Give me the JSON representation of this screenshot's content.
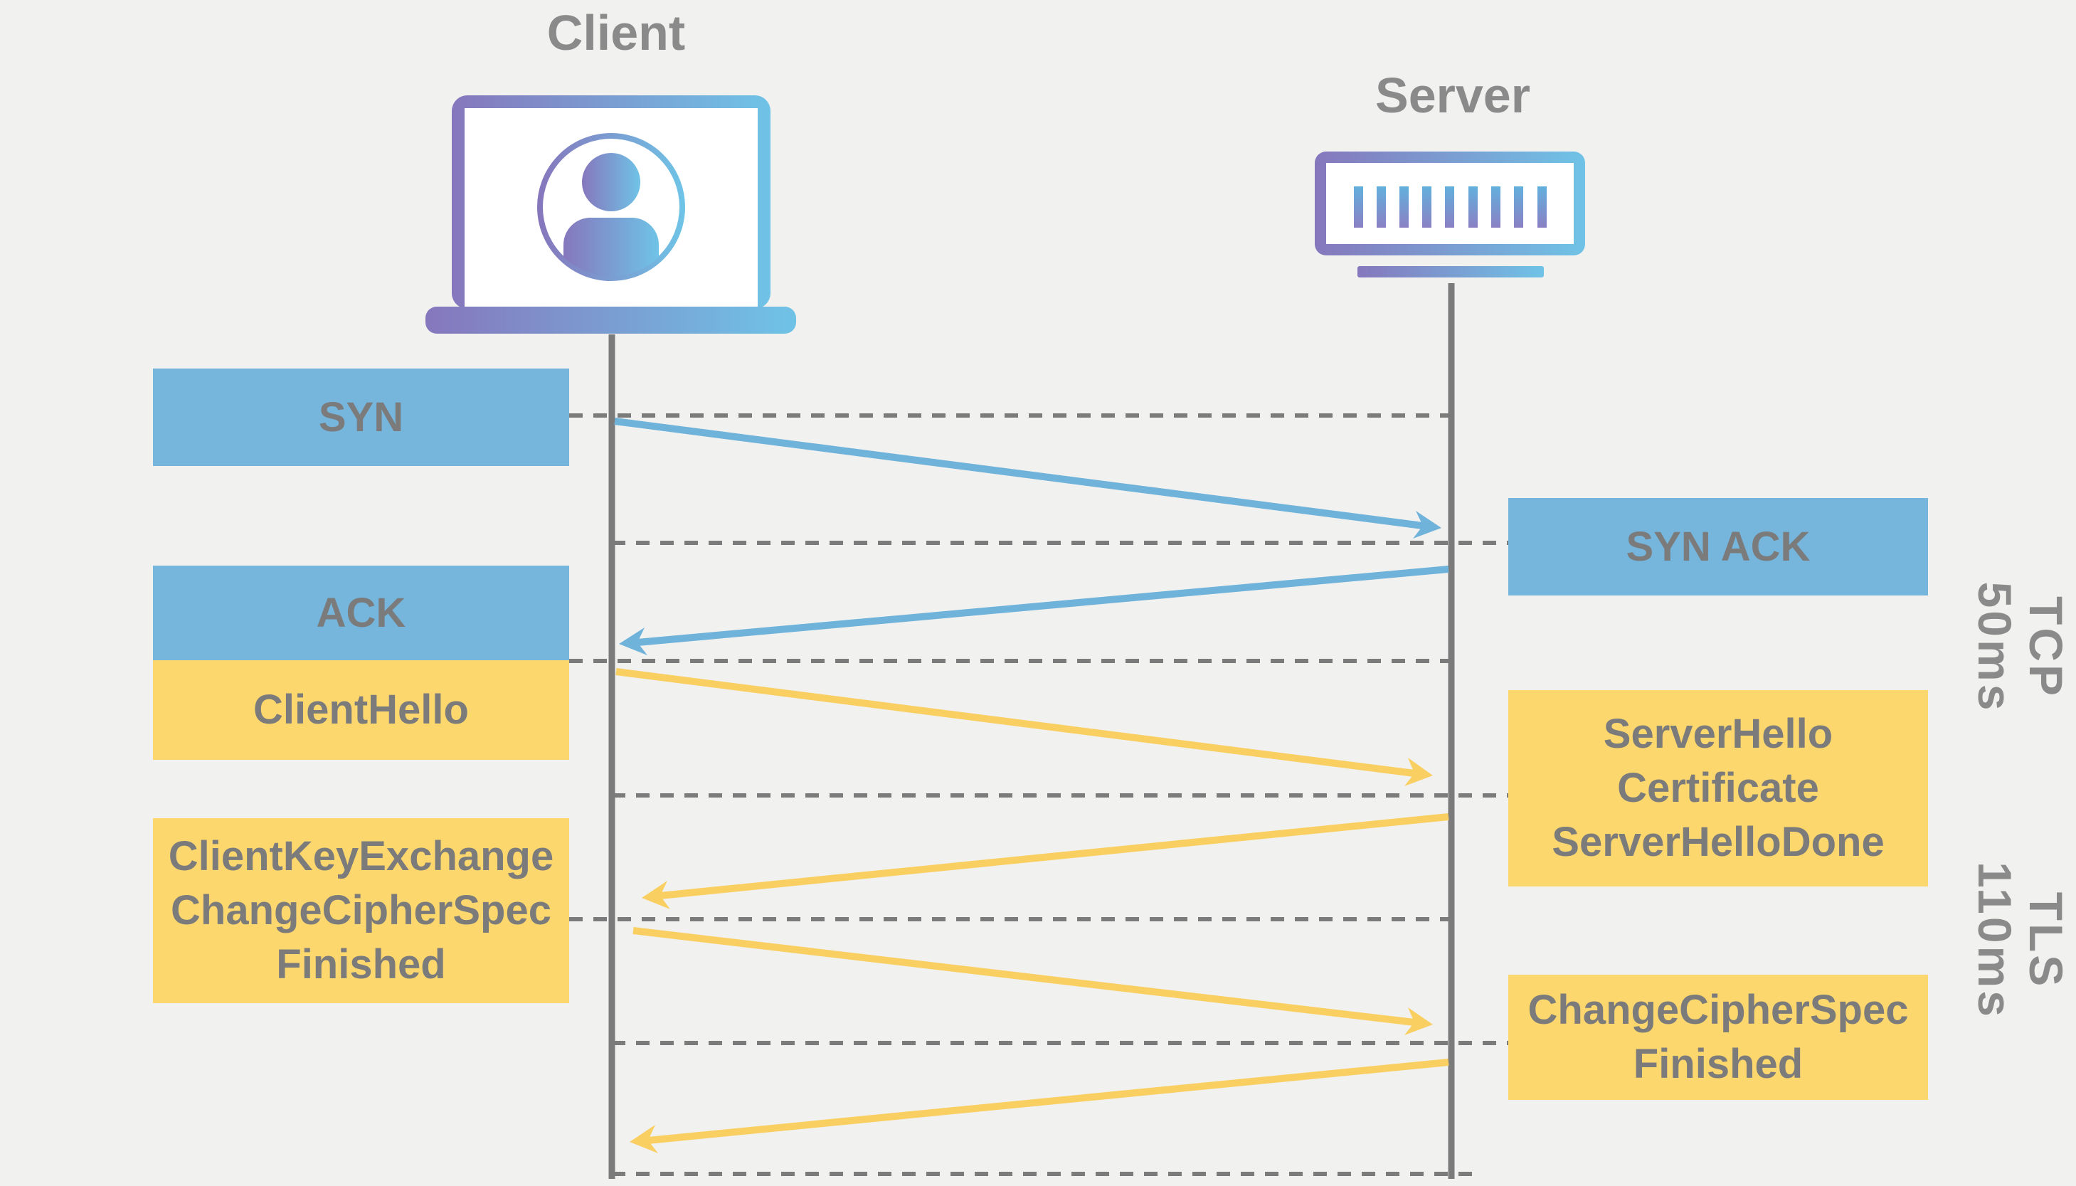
{
  "actors": {
    "client": {
      "label": "Client",
      "icon": "laptop-user-icon"
    },
    "server": {
      "label": "Server",
      "icon": "server-rack-icon"
    }
  },
  "messages": [
    {
      "label": "SYN",
      "from": "client",
      "to": "server",
      "protocol": "TCP"
    },
    {
      "label": "SYN ACK",
      "from": "server",
      "to": "client",
      "protocol": "TCP"
    },
    {
      "label": "ACK",
      "from": "client",
      "to": "server",
      "protocol": "TCP"
    },
    {
      "label": "ClientHello",
      "from": "client",
      "to": "server",
      "protocol": "TLS"
    },
    {
      "lines": [
        "ServerHello",
        "Certificate",
        "ServerHelloDone"
      ],
      "from": "server",
      "to": "client",
      "protocol": "TLS"
    },
    {
      "lines": [
        "ClientKeyExchange",
        "ChangeCipherSpec",
        "Finished"
      ],
      "from": "client",
      "to": "server",
      "protocol": "TLS"
    },
    {
      "lines": [
        "ChangeCipherSpec",
        "Finished"
      ],
      "from": "server",
      "to": "client",
      "protocol": "TLS"
    }
  ],
  "phases": {
    "tcp": {
      "protocol": "TCP",
      "duration": "50ms"
    },
    "tls": {
      "protocol": "TLS",
      "duration": "110ms"
    }
  },
  "colors": {
    "background": "#f1f1f0",
    "box_blue": "#76b5dc",
    "box_yellow": "#fcd76e",
    "arrow_blue": "#6fb2da",
    "arrow_yellow": "#f9cf62",
    "line_gray": "#7b7b7b",
    "label_gray": "#8a8a8a",
    "icon_gradient_left": "#8677bd",
    "icon_gradient_right": "#6fc3e6"
  }
}
